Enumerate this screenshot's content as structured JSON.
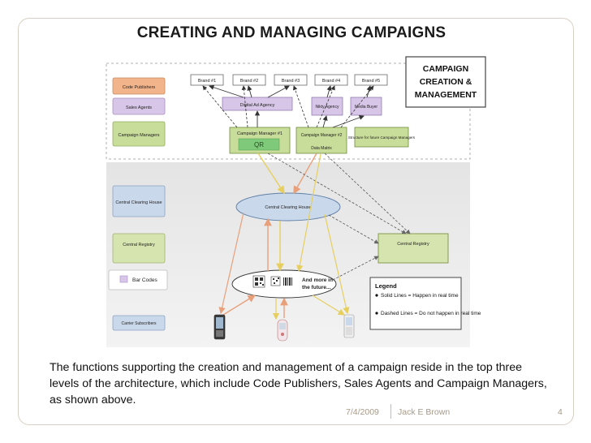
{
  "slide": {
    "title": "CREATING AND MANAGING CAMPAIGNS",
    "description": "The functions supporting the creation and management of a campaign reside in the top three levels of the architecture, which include Code Publishers, Sales Agents and Campaign Managers, as shown above.",
    "footer_date": "7/4/2009",
    "footer_author": "Jack E Brown",
    "page_number": "4"
  },
  "diagram": {
    "callout": [
      "CAMPAIGN",
      "CREATION &",
      "MANAGEMENT"
    ],
    "left_tiers": [
      "Code Publishers",
      "Sales Agents",
      "Campaign Managers",
      "Central Clearing House",
      "Central Registry",
      "Bar Codes",
      "Carrier Subscribers"
    ],
    "brands": [
      "Brand #1",
      "Brand #2",
      "Brand #3",
      "Brand #4",
      "Brand #5"
    ],
    "agencies": [
      "Digital Ad Agency",
      "Nikty Agency",
      "Media Buyer"
    ],
    "campaign_managers": [
      "Campaign Manager #1",
      "Campaign Manager #2",
      "Structure for future Campaign Managers"
    ],
    "qr_label": "QR",
    "data_matrix_label": "Data Matrix",
    "clearing_house": "Central Clearing House",
    "registry": "Central Registry",
    "future_text": [
      "And more in",
      "the future..."
    ],
    "legend_title": "Legend",
    "legend_items": [
      "Solid Lines = Happen in real time",
      "Dashed Lines = Do not happen in real time"
    ],
    "colors": {
      "code_publishers": "#f2b48a",
      "sales_agents": "#d8c6e8",
      "campaign_managers": "#c9dd9a",
      "clearing_house": "#c9d8ea",
      "registry": "#d6e4b0",
      "qr_box": "#7fc97a",
      "arrow_orange": "#e8a07a",
      "arrow_yellow": "#f0dc78"
    }
  }
}
